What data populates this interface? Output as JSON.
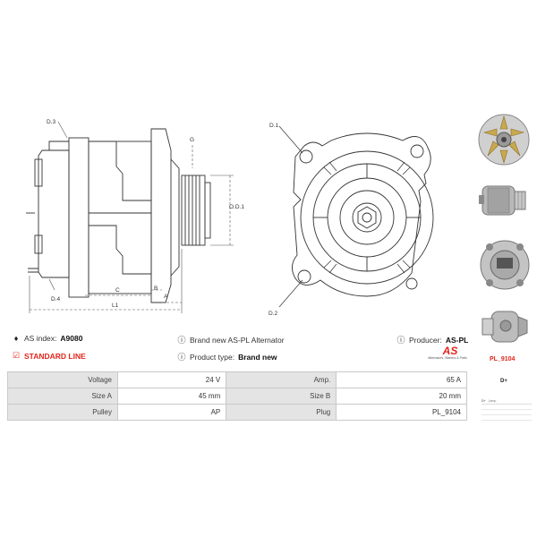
{
  "drawing_labels": {
    "d3": "D.3",
    "d4": "D.4",
    "c": "C",
    "b": "B",
    "a": "A",
    "l1": "L1",
    "g": "G",
    "od1": "O.D.1",
    "d1": "D.1",
    "d2": "D.2"
  },
  "info": {
    "as_index_label": "AS index:",
    "as_index_value": "A9080",
    "description": "Brand new AS-PL Alternator",
    "producer_label": "Producer:",
    "producer_value": "AS-PL",
    "line": "STANDARD LINE",
    "product_type_label": "Product type:",
    "product_type_value": "Brand new"
  },
  "logo": {
    "mark": "AS",
    "tagline": "Alternators, Starters & Parts"
  },
  "plug": {
    "code": "PL_9104",
    "terminal": "D+",
    "pin_label": "Lamp"
  },
  "specs": [
    {
      "l1": "Voltage",
      "v1": "24 V",
      "l2": "Amp.",
      "v2": "65 A"
    },
    {
      "l1": "Size A",
      "v1": "45 mm",
      "l2": "Size B",
      "v2": "20 mm"
    },
    {
      "l1": "Pulley",
      "v1": "AP",
      "l2": "Plug",
      "v2": "PL_9104"
    }
  ],
  "colors": {
    "accent_red": "#e3261c",
    "table_label_bg": "#e4e4e4",
    "photo_gold": "#c9a94f",
    "photo_metal": "#b9b9b9"
  },
  "icons": [
    "tag-icon",
    "info-icon",
    "check-square-icon"
  ]
}
